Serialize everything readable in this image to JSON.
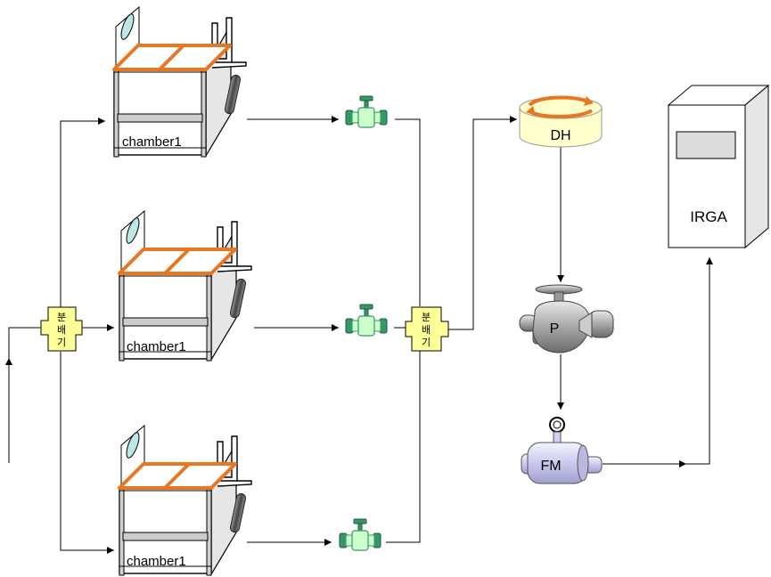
{
  "chambers": [
    {
      "label": "chamber1"
    },
    {
      "label": "chamber1"
    },
    {
      "label": "chamber1"
    }
  ],
  "splitter_left": {
    "label_lines": [
      "분",
      "배",
      "기"
    ],
    "color": "#ffff99"
  },
  "splitter_right": {
    "label_lines": [
      "분",
      "배",
      "기"
    ],
    "color": "#ffff99"
  },
  "dehumidifier": {
    "label": "DH",
    "color": "#ffffcc"
  },
  "pump": {
    "label": "P"
  },
  "flowmeter": {
    "label": "FM"
  },
  "analyzer": {
    "label": "IRGA"
  },
  "colors": {
    "accent": "#e87722",
    "valve_body": "#ccffcc",
    "valve_handle": "#339966"
  }
}
